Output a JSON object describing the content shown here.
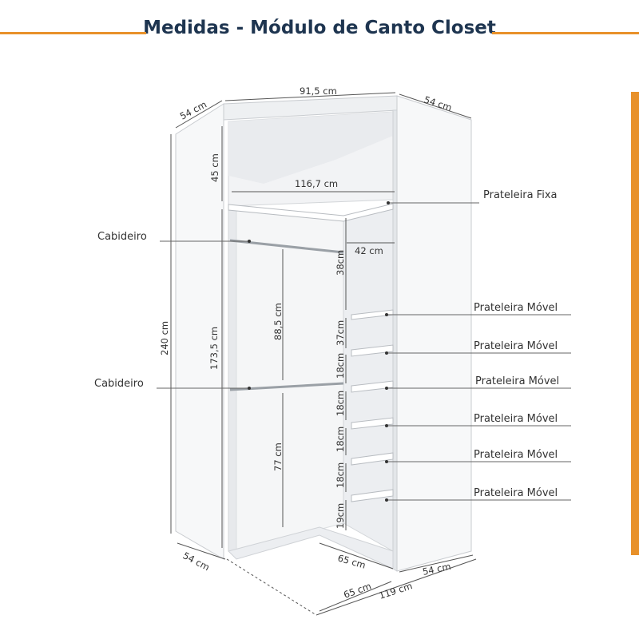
{
  "title": "Medidas - Módulo de Canto Closet",
  "colors": {
    "accent": "#e8912a",
    "title": "#1e3550",
    "line": "#555555",
    "panel": "#f4f5f6"
  },
  "dimensions": {
    "top_depth_left": "54 cm",
    "top_width": "91,5 cm",
    "top_depth_right": "54 cm",
    "top_gap": "45 cm",
    "inner_width": "116,7 cm",
    "inner_depth": "42 cm",
    "total_height": "240 cm",
    "inner_height": "173,5 cm",
    "upper_hang": "88,5 cm",
    "lower_hang": "77 cm",
    "shelf_gap_1": "38cm",
    "shelf_gap_2": "37cm",
    "shelf_gap_3": "18cm",
    "shelf_gap_4": "18cm",
    "shelf_gap_5": "18cm",
    "shelf_gap_6": "18cm",
    "shelf_gap_7": "19cm",
    "bottom_depth_left": "54 cm",
    "bottom_inner": "65 cm",
    "bottom_depth_right": "54 cm",
    "bottom_65": "65 cm",
    "bottom_total": "119 cm"
  },
  "callouts": {
    "fixed_shelf": "Prateleira Fixa",
    "rod_upper": "Cabideiro",
    "rod_lower": "Cabideiro",
    "movable_1": "Prateleira Móvel",
    "movable_2": "Prateleira Móvel",
    "movable_3": "Prateleira Móvel",
    "movable_4": "Prateleira Móvel",
    "movable_5": "Prateleira Móvel",
    "movable_6": "Prateleira Móvel"
  }
}
